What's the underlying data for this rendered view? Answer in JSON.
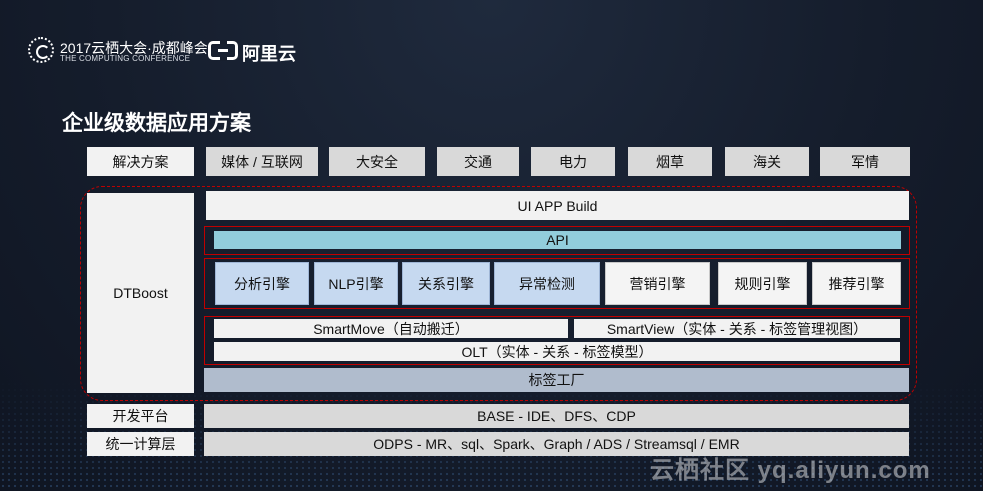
{
  "header": {
    "conference_title": "2017云栖大会·成都峰会",
    "conference_subtitle": "THE COMPUTING CONFERENCE",
    "brand": "阿里云"
  },
  "page_title": "企业级数据应用方案",
  "solutions": {
    "label": "解决方案",
    "items": [
      "媒体 / 互联网",
      "大安全",
      "交通",
      "电力",
      "烟草",
      "海关",
      "军情"
    ]
  },
  "dtboost": {
    "label": "DTBoost",
    "ui_app_build": "UI APP Build",
    "api": "API",
    "engines": [
      "分析引擎",
      "NLP引擎",
      "关系引擎",
      "异常检测",
      "营销引擎",
      "规则引擎",
      "推荐引擎"
    ],
    "smartmove": "SmartMove（自动搬迁）",
    "smartview": "SmartView（实体 - 关系 - 标签管理视图）",
    "olt": "OLT（实体 - 关系 - 标签模型）",
    "tag_factory": "标签工厂"
  },
  "dev_platform": {
    "label": "开发平台",
    "content": "BASE - IDE、DFS、CDP"
  },
  "compute_layer": {
    "label": "统一计算层",
    "content": "ODPS - MR、sql、Spark、Graph / ADS / Streamsql / EMR"
  },
  "watermark": "云栖社区 yq.aliyun.com"
}
